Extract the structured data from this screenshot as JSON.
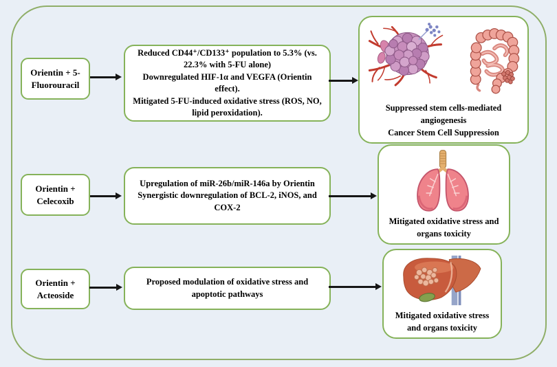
{
  "colors": {
    "background": "#e9eff6",
    "outer_frame_border": "#8fae68",
    "box_border": "#85b259",
    "box_background": "#ffffff",
    "text": "#000000",
    "arrow": "#161616"
  },
  "icons": [
    {
      "name": "tumor-angiogenesis-image"
    },
    {
      "name": "colon-image"
    },
    {
      "name": "lungs-image"
    },
    {
      "name": "liver-image"
    },
    {
      "name": "right-arrow-icon"
    }
  ],
  "rows": [
    {
      "source": {
        "lines": [
          "Orientin + 5-",
          "Fluorouracil"
        ]
      },
      "mechanism": {
        "lines": [
          "Reduced CD44⁺/CD133⁺ population to 5.3% (vs.",
          "22.3% with 5-FU alone)",
          "Downregulated HIF-1α and VEGFA (Orientin",
          "effect).",
          "Mitigated 5-FU-induced oxidative stress (ROS, NO,",
          "lipid peroxidation)."
        ]
      },
      "outcome": {
        "caption_lines": [
          "Suppressed stem cells-mediated",
          "angiogenesis",
          "Cancer Stem Cell Suppression"
        ]
      }
    },
    {
      "source": {
        "lines": [
          "Orientin +",
          "Celecoxib"
        ]
      },
      "mechanism": {
        "lines": [
          "Upregulation of miR-26b/miR-146a by Orientin",
          "Synergistic downregulation of BCL-2, iNOS, and",
          "COX-2"
        ]
      },
      "outcome": {
        "caption_lines": [
          "Mitigated oxidative stress and",
          "organs toxicity"
        ]
      }
    },
    {
      "source": {
        "lines": [
          "Orientin +",
          "Acteoside"
        ]
      },
      "mechanism": {
        "lines": [
          "Proposed modulation of oxidative stress and",
          "apoptotic pathways"
        ]
      },
      "outcome": {
        "caption_lines": [
          "Mitigated oxidative stress",
          "and organs toxicity"
        ]
      }
    }
  ]
}
